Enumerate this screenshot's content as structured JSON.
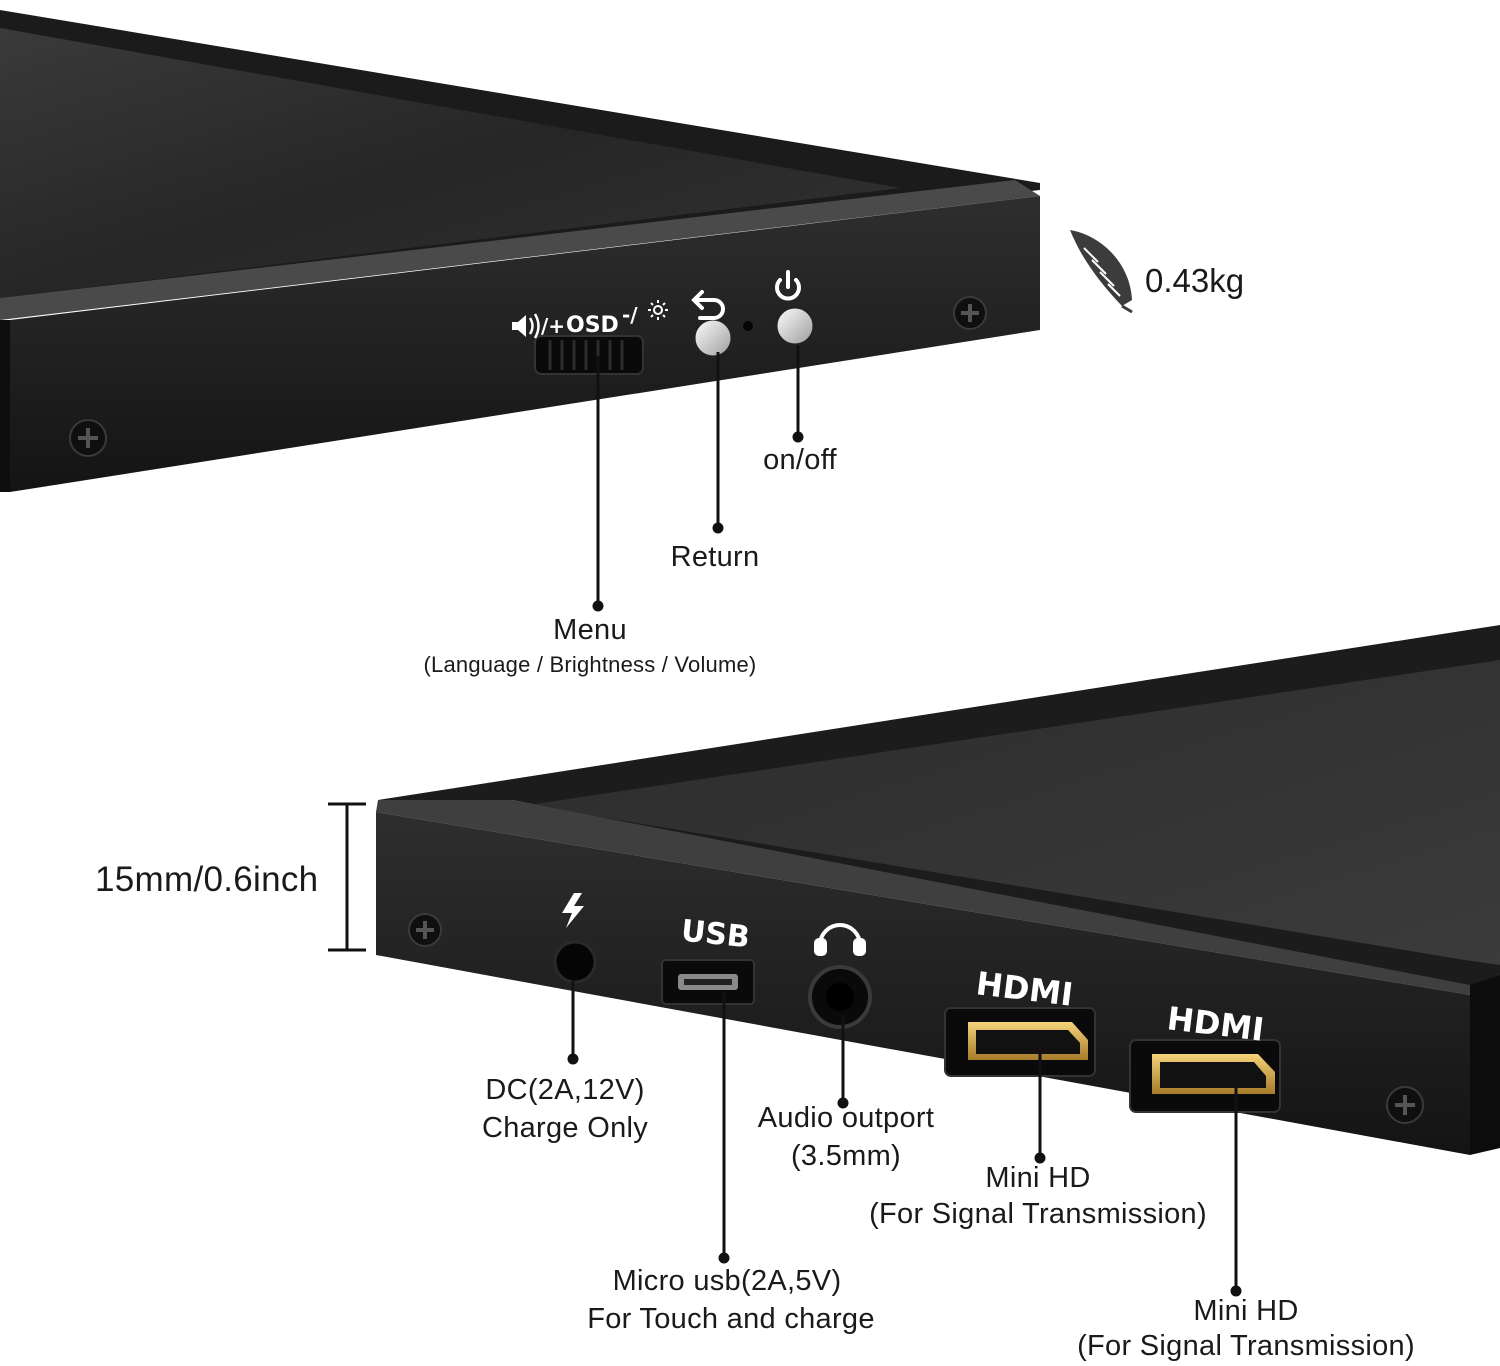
{
  "weight": {
    "value": "0.43kg",
    "icon": "feather-icon"
  },
  "top_panel": {
    "controls": {
      "wheel_marking": "OSD",
      "menu": {
        "label": "Menu",
        "sublabel": "(Language / Brightness / Volume)"
      },
      "return": {
        "label": "Return"
      },
      "power": {
        "label": "on/off"
      }
    }
  },
  "bottom_panel": {
    "thickness": "15mm/0.6inch",
    "ports": {
      "dc": {
        "line1": "DC(2A,12V)",
        "line2": "Charge Only",
        "icon": "lightning-icon"
      },
      "usb": {
        "marking": "USB",
        "line1": "Micro usb(2A,5V)",
        "line2": "For Touch and charge"
      },
      "audio": {
        "line1": "Audio outport",
        "line2": "(3.5mm)",
        "icon": "headphones-icon"
      },
      "hdmi1": {
        "marking": "HDMI",
        "line1": "Mini HD",
        "line2": "(For Signal Transmission)"
      },
      "hdmi2": {
        "marking": "HDMI",
        "line1": "Mini HD",
        "line2": "(For Signal Transmission)"
      }
    }
  },
  "colors": {
    "chassis": "#1e1e1e",
    "screen": "#2a2a2a",
    "text": "#1a1a1a",
    "background": "#ffffff"
  }
}
